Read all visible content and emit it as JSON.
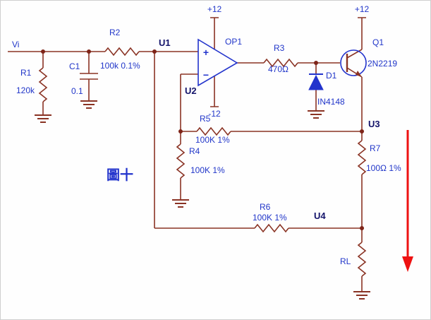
{
  "figure": {
    "caption": "圖十"
  },
  "input": {
    "label": "Vi"
  },
  "power": {
    "opamp_pos": "+12",
    "opamp_neg": "-12",
    "q1_pos": "+12"
  },
  "opamp": {
    "label": "OP1",
    "plus_sign": "+",
    "minus_sign": "−"
  },
  "nodes": {
    "u1": "U1",
    "u2": "U2",
    "u3": "U3",
    "u4": "U4"
  },
  "components": {
    "r1": {
      "label": "R1",
      "value": "120k"
    },
    "c1": {
      "label": "C1",
      "value": "0.1"
    },
    "r2": {
      "label": "R2",
      "value": "100k 0.1%"
    },
    "r3": {
      "label": "R3",
      "value": "470Ω"
    },
    "r4": {
      "label": "R4",
      "value": "100K 1%"
    },
    "r5": {
      "label": "R5",
      "value": "100K 1%"
    },
    "r6": {
      "label": "R6",
      "value": "100K 1%"
    },
    "r7": {
      "label": "R7",
      "value": "100Ω 1%"
    },
    "rl": {
      "label": "RL"
    },
    "d1": {
      "label": "D1",
      "value": "IN4148"
    },
    "q1": {
      "label": "Q1",
      "value": "2N2219"
    }
  },
  "colors": {
    "wire": "#8a3324",
    "symbol_blue": "#2233cc",
    "label_blue": "#2136c9",
    "node_label": "#14146b",
    "arrow_red": "#ee1111",
    "background": "#fefefe"
  }
}
